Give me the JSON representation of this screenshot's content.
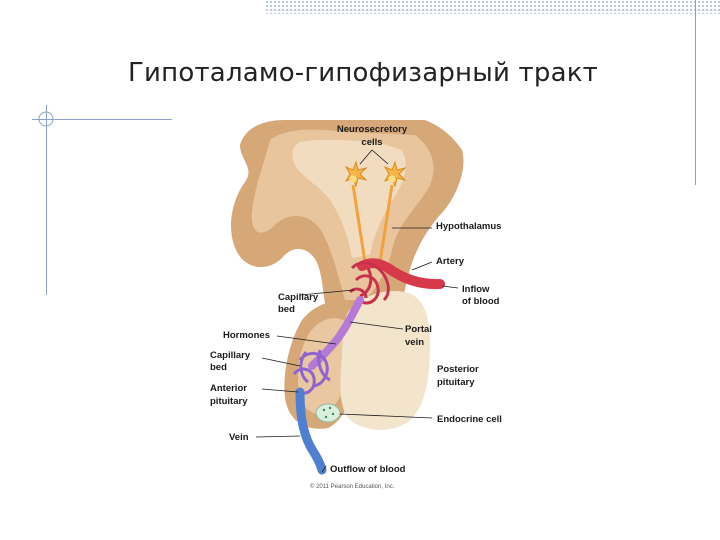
{
  "slide": {
    "title": "Гипоталамо-гипофизарный тракт",
    "accent_color": "#8aa0c4"
  },
  "diagram": {
    "labels": {
      "neurosecretory_1": "Neurosecretory",
      "neurosecretory_2": "cells",
      "hypothalamus": "Hypothalamus",
      "artery": "Artery",
      "inflow_1": "Inflow",
      "inflow_2": "of blood",
      "capillary_bed_top_1": "Capillary",
      "capillary_bed_top_2": "bed",
      "hormones": "Hormones",
      "portal_1": "Portal",
      "portal_2": "vein",
      "capillary_bed_low_1": "Capillary",
      "capillary_bed_low_2": "bed",
      "posterior_1": "Posterior",
      "posterior_2": "pituitary",
      "anterior_1": "Anterior",
      "anterior_2": "pituitary",
      "endocrine": "Endocrine cell",
      "vein": "Vein",
      "outflow": "Outflow of blood",
      "copyright": "© 2011 Pearson Education, Inc."
    },
    "colors": {
      "tissue_dark": "#d6a878",
      "tissue_light": "#f1dcc0",
      "posterior": "#f3e4cc",
      "artery": "#d63a4a",
      "vein": "#4f7fd0",
      "portal": "#b57ad6",
      "neuron": "#f2a23a"
    }
  }
}
